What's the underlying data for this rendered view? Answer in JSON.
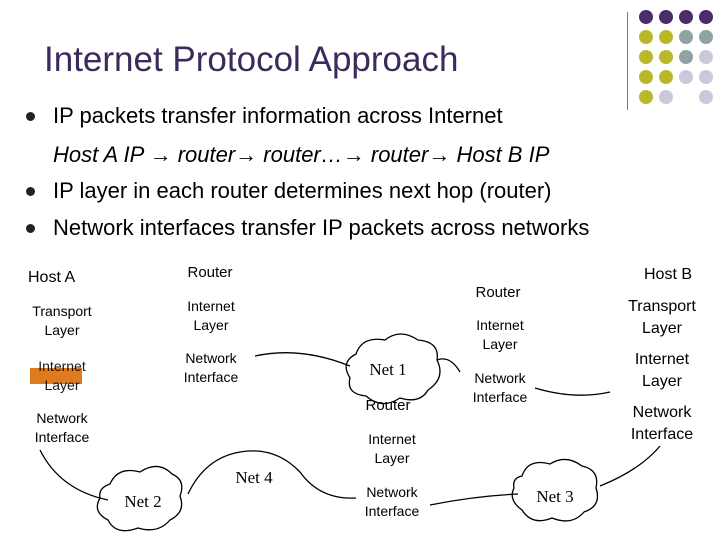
{
  "title": "Internet Protocol Approach",
  "bullets": [
    {
      "text": "IP packets transfer information across Internet"
    },
    {
      "text": "Host A IP → router→ router…→ router→ Host B IP",
      "italic": true
    },
    {
      "text": "IP layer in each router determines next hop (router)"
    },
    {
      "text": "Network interfaces transfer IP packets across networks"
    }
  ],
  "host_a": {
    "title": "Host A",
    "transport": "Transport Layer",
    "internet": "Internet Layer",
    "network_interface": "Network Interface"
  },
  "router_left": {
    "title": "Router",
    "internet": "Internet Layer",
    "network_interface": "Network Interface"
  },
  "router_bottom": {
    "title": "Router",
    "internet": "Internet Layer",
    "network_interface": "Network Interface"
  },
  "router_right": {
    "title": "Router",
    "internet": "Internet Layer",
    "network_interface": "Network Interface"
  },
  "host_b": {
    "title": "Host B",
    "transport": "Transport Layer",
    "internet": "Internet Layer",
    "network_interface": "Network Interface"
  },
  "nets": {
    "net1": "Net 1",
    "net2": "Net 2",
    "net3": "Net 3",
    "net4": "Net 4"
  },
  "colors": {
    "title": "#3b2a5a",
    "dot_purple": "#4b2d6b",
    "dot_olive": "#b8b828",
    "dot_teal": "#8fa3a3",
    "dot_lavender": "#c9c9dc",
    "highlight": "#e07a1f"
  },
  "decorations": {
    "dots_grid": [
      [
        "purple",
        "purple",
        "purple",
        "purple"
      ],
      [
        "olive",
        "olive",
        "teal",
        "teal"
      ],
      [
        "olive",
        "olive",
        "teal",
        "lavender"
      ],
      [
        "olive",
        "olive",
        "lavender",
        "lavender"
      ],
      [
        "olive",
        "lavender",
        "",
        "lavender"
      ]
    ]
  }
}
